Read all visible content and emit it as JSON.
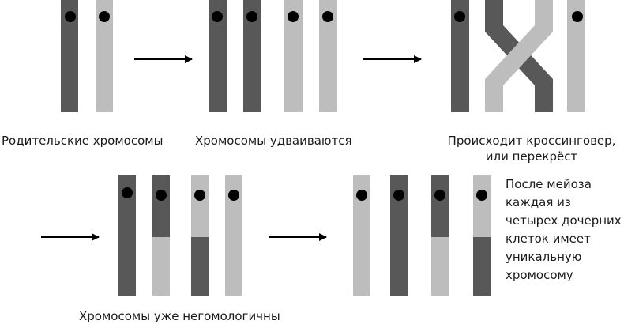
{
  "colors": {
    "dark": "#585858",
    "light": "#bdbdbd",
    "centromere": "#000000",
    "arrow": "#000000",
    "text": "#1a1a1a"
  },
  "labels": {
    "parent": "Родительские хромосомы",
    "duplicate": "Хромосомы удваиваются",
    "crossover_line1": "Происходит кроссинговер,",
    "crossover_line2": "или перекрёст",
    "nonhomologous": "Хромосомы уже негомологичны",
    "result_line1": "После мейоза",
    "result_line2": "каждая из",
    "result_line3": "четырех дочерних",
    "result_line4": "клеток имеет",
    "result_line5": "уникальную",
    "result_line6": "хромосому"
  },
  "stages": [
    {
      "id": "parent",
      "chromatids": [
        [
          "dark"
        ],
        [
          "light"
        ]
      ]
    },
    {
      "id": "duplicated",
      "chromatids": [
        [
          "dark"
        ],
        [
          "dark"
        ],
        [
          "light"
        ],
        [
          "light"
        ]
      ]
    },
    {
      "id": "crossover",
      "chromatids": [
        [
          "dark"
        ],
        [
          "dark",
          "light"
        ],
        [
          "light",
          "dark"
        ],
        [
          "light"
        ]
      ]
    },
    {
      "id": "nonhomologous",
      "chromatids": [
        [
          "dark"
        ],
        [
          "dark",
          "light"
        ],
        [
          "light",
          "dark"
        ],
        [
          "light"
        ]
      ]
    },
    {
      "id": "gametes",
      "chromatids": [
        [
          "light"
        ],
        [
          "dark"
        ],
        [
          "dark",
          "light"
        ],
        [
          "light",
          "dark"
        ]
      ]
    }
  ]
}
